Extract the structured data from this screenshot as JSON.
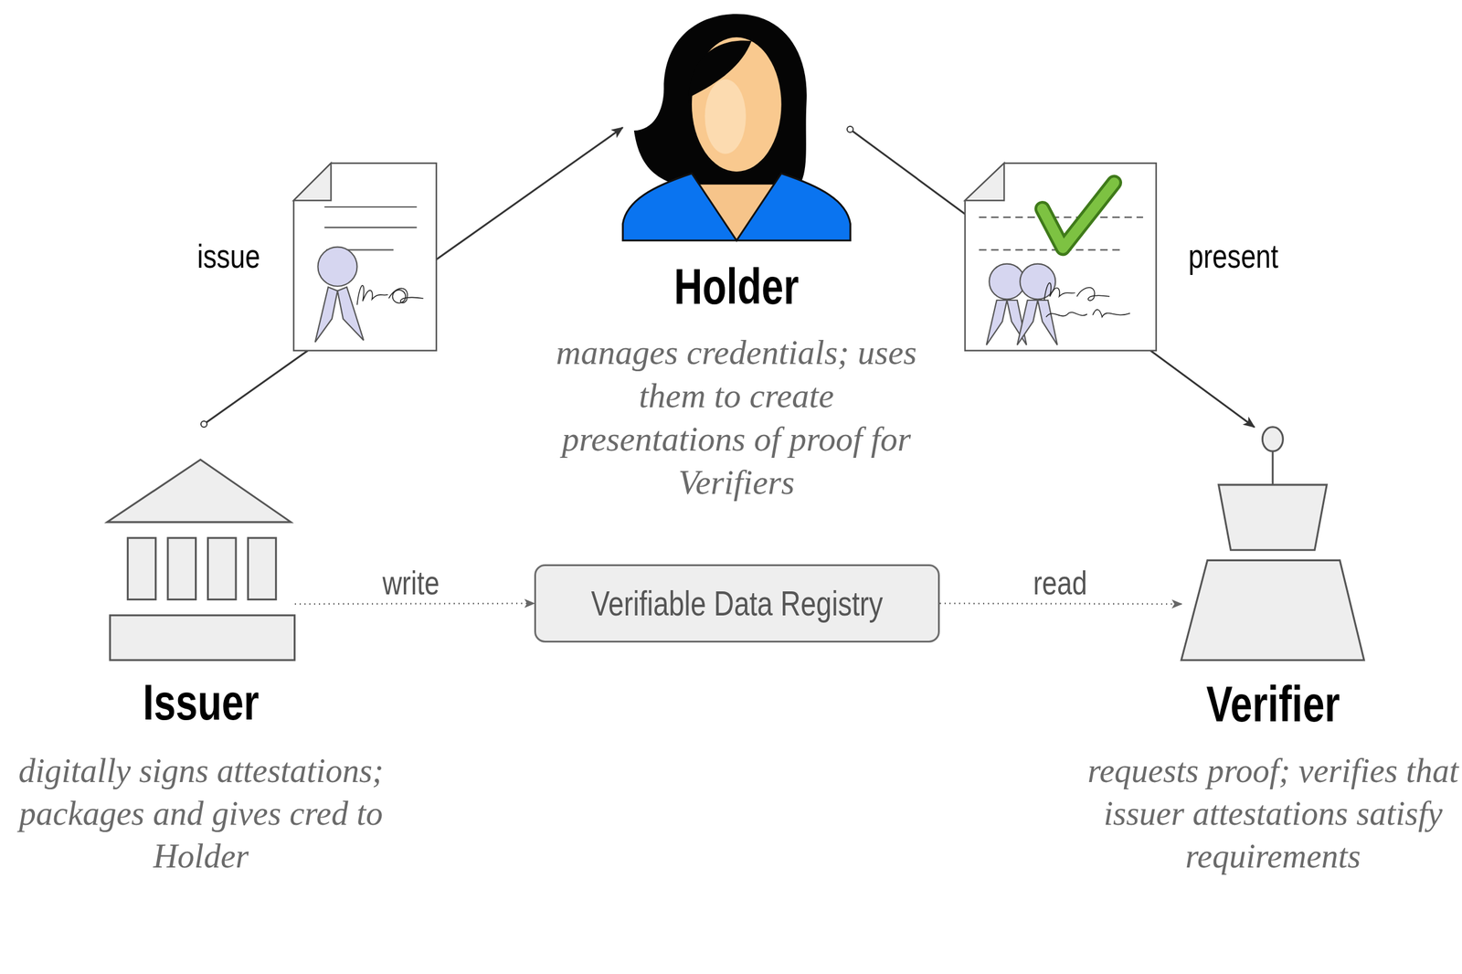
{
  "diagram": {
    "nodes": [
      {
        "text": [
          "Holder",
          "manages credentials; uses them to create presentations of proof for Verifiers"
        ]
      },
      {
        "text": [
          "Issuer",
          "digitally signs attestations; packages and gives cred to Holder"
        ]
      },
      {
        "text": [
          "Verifiable Data Registry"
        ]
      },
      {
        "text": [
          "Verifier",
          "requests proof; verifies that issuer attestations satisfy requirements"
        ]
      }
    ],
    "edges": [
      {
        "from": 1,
        "to": 0,
        "arrow": "to",
        "label": "issue"
      },
      {
        "from": 0,
        "to": 3,
        "arrow": "to",
        "label": "present"
      },
      {
        "from": 1,
        "to": 2,
        "arrow": "to",
        "label": "write"
      },
      {
        "from": 2,
        "to": 3,
        "arrow": "to",
        "label": "read"
      }
    ]
  }
}
